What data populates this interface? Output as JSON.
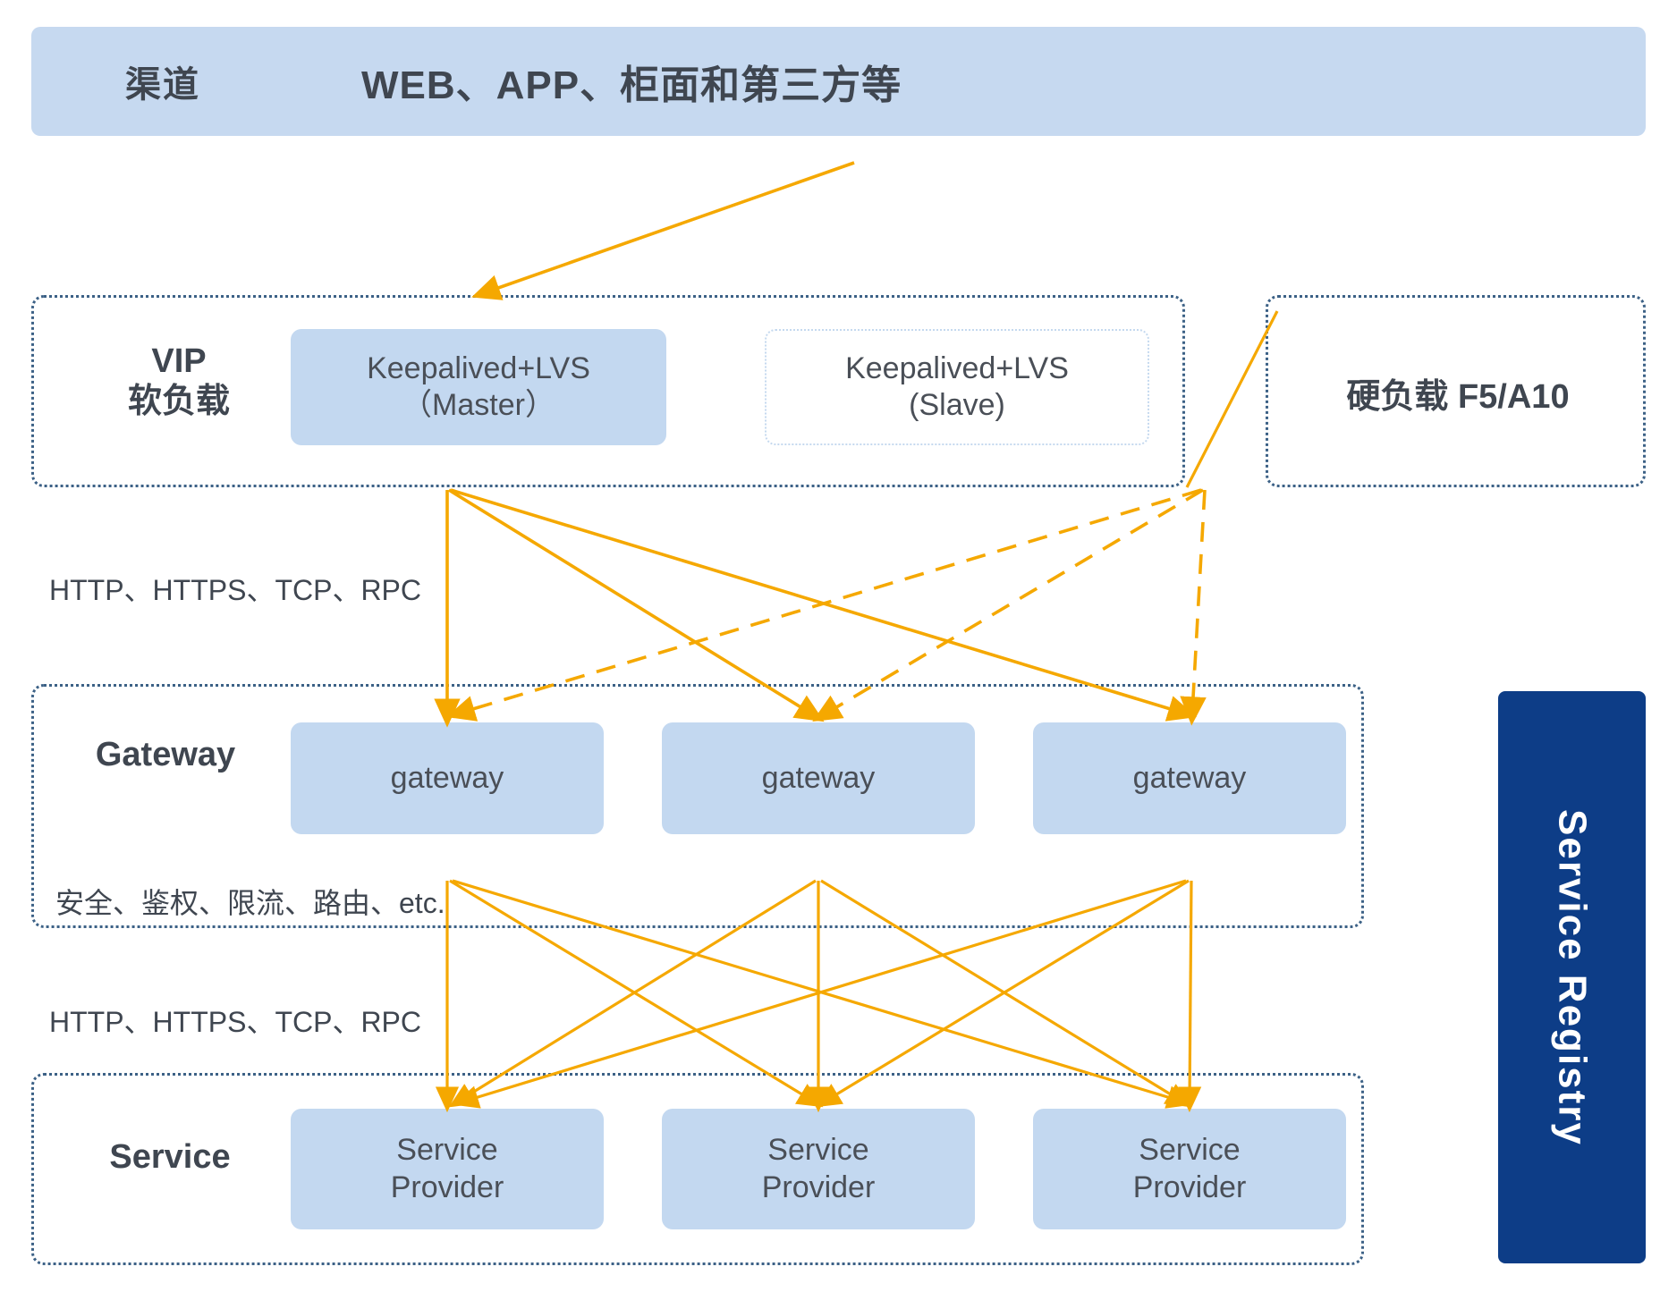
{
  "channel": {
    "label": "渠道",
    "title": "WEB、APP、柜面和第三方等"
  },
  "vip": {
    "label": "VIP\n软负载",
    "label_line1": "VIP",
    "label_line2": "软负载",
    "nodes": [
      {
        "name": "keepalived-master",
        "line1": "Keepalived+LVS",
        "line2": "（Master）",
        "state": "active"
      },
      {
        "name": "keepalived-slave",
        "line1": "Keepalived+LVS",
        "line2": "(Slave)",
        "state": "standby"
      }
    ]
  },
  "hardware_load_balancer": {
    "label": "硬负载  F5/A10"
  },
  "gateway": {
    "label": "Gateway",
    "nodes": [
      {
        "label": "gateway"
      },
      {
        "label": "gateway"
      },
      {
        "label": "gateway"
      }
    ],
    "feature_caption": "安全、鉴权、限流、路由、etc."
  },
  "service": {
    "label": "Service",
    "nodes": [
      {
        "line1": "Service",
        "line2": "Provider"
      },
      {
        "line1": "Service",
        "line2": "Provider"
      },
      {
        "line1": "Service",
        "line2": "Provider"
      }
    ]
  },
  "protocols": {
    "vip_to_gateway": "HTTP、HTTPS、TCP、RPC",
    "gateway_to_service": "HTTP、HTTPS、TCP、RPC"
  },
  "registry": {
    "label": "Service Registry"
  },
  "colors": {
    "banner_fill": "#c6d9f0",
    "node_fill": "#c3d8f0",
    "frame_border": "#3c6186",
    "arrow": "#f5a800",
    "registry_fill": "#0d3d87",
    "text": "#3f4650"
  }
}
